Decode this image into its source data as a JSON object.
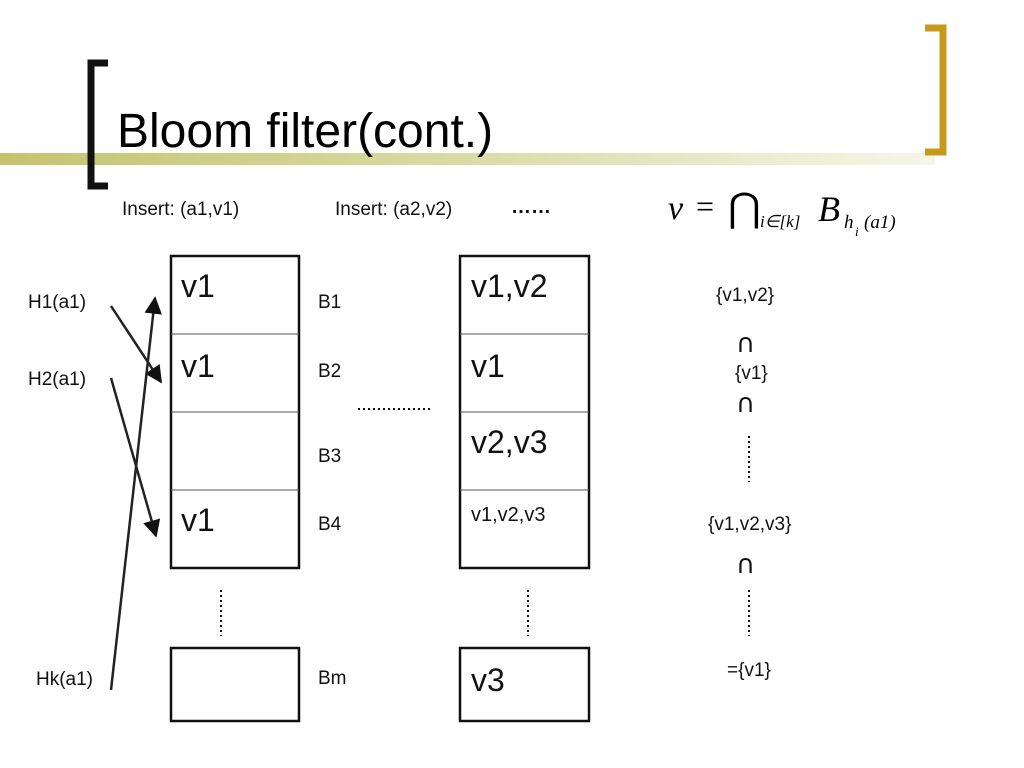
{
  "slide": {
    "title": "Bloom filter(cont.)",
    "accent_color": "#c79a1c",
    "rule_color": "#c9c97a"
  },
  "headers": {
    "insert1": "Insert: (a1,v1)",
    "insert2": "Insert: (a2,v2)",
    "dots": "……"
  },
  "formula": {
    "lhs": "v",
    "eq": "=",
    "cap": "⋂",
    "sub": "i∈[k]",
    "B": "B",
    "bsub": "h",
    "bsub_i": "i",
    "bsub_arg": "(a1)"
  },
  "hash_labels": [
    "H1(a1)",
    "H2(a1)",
    "Hk(a1)"
  ],
  "bucket_labels": [
    "B1",
    "B2",
    "B3",
    "B4",
    "Bm"
  ],
  "array1": {
    "cells": [
      "v1",
      "v1",
      "",
      "v1"
    ],
    "last": ""
  },
  "array2": {
    "cells": [
      "v1,v2",
      "v1",
      "v2,v3",
      "v1,v2,v3"
    ],
    "last": "v3"
  },
  "intersection": {
    "set1": "{v1,v2}",
    "cap": "∩",
    "set2": "{v1}",
    "set3": "{v1,v2,v3}",
    "result": "={v1}"
  }
}
